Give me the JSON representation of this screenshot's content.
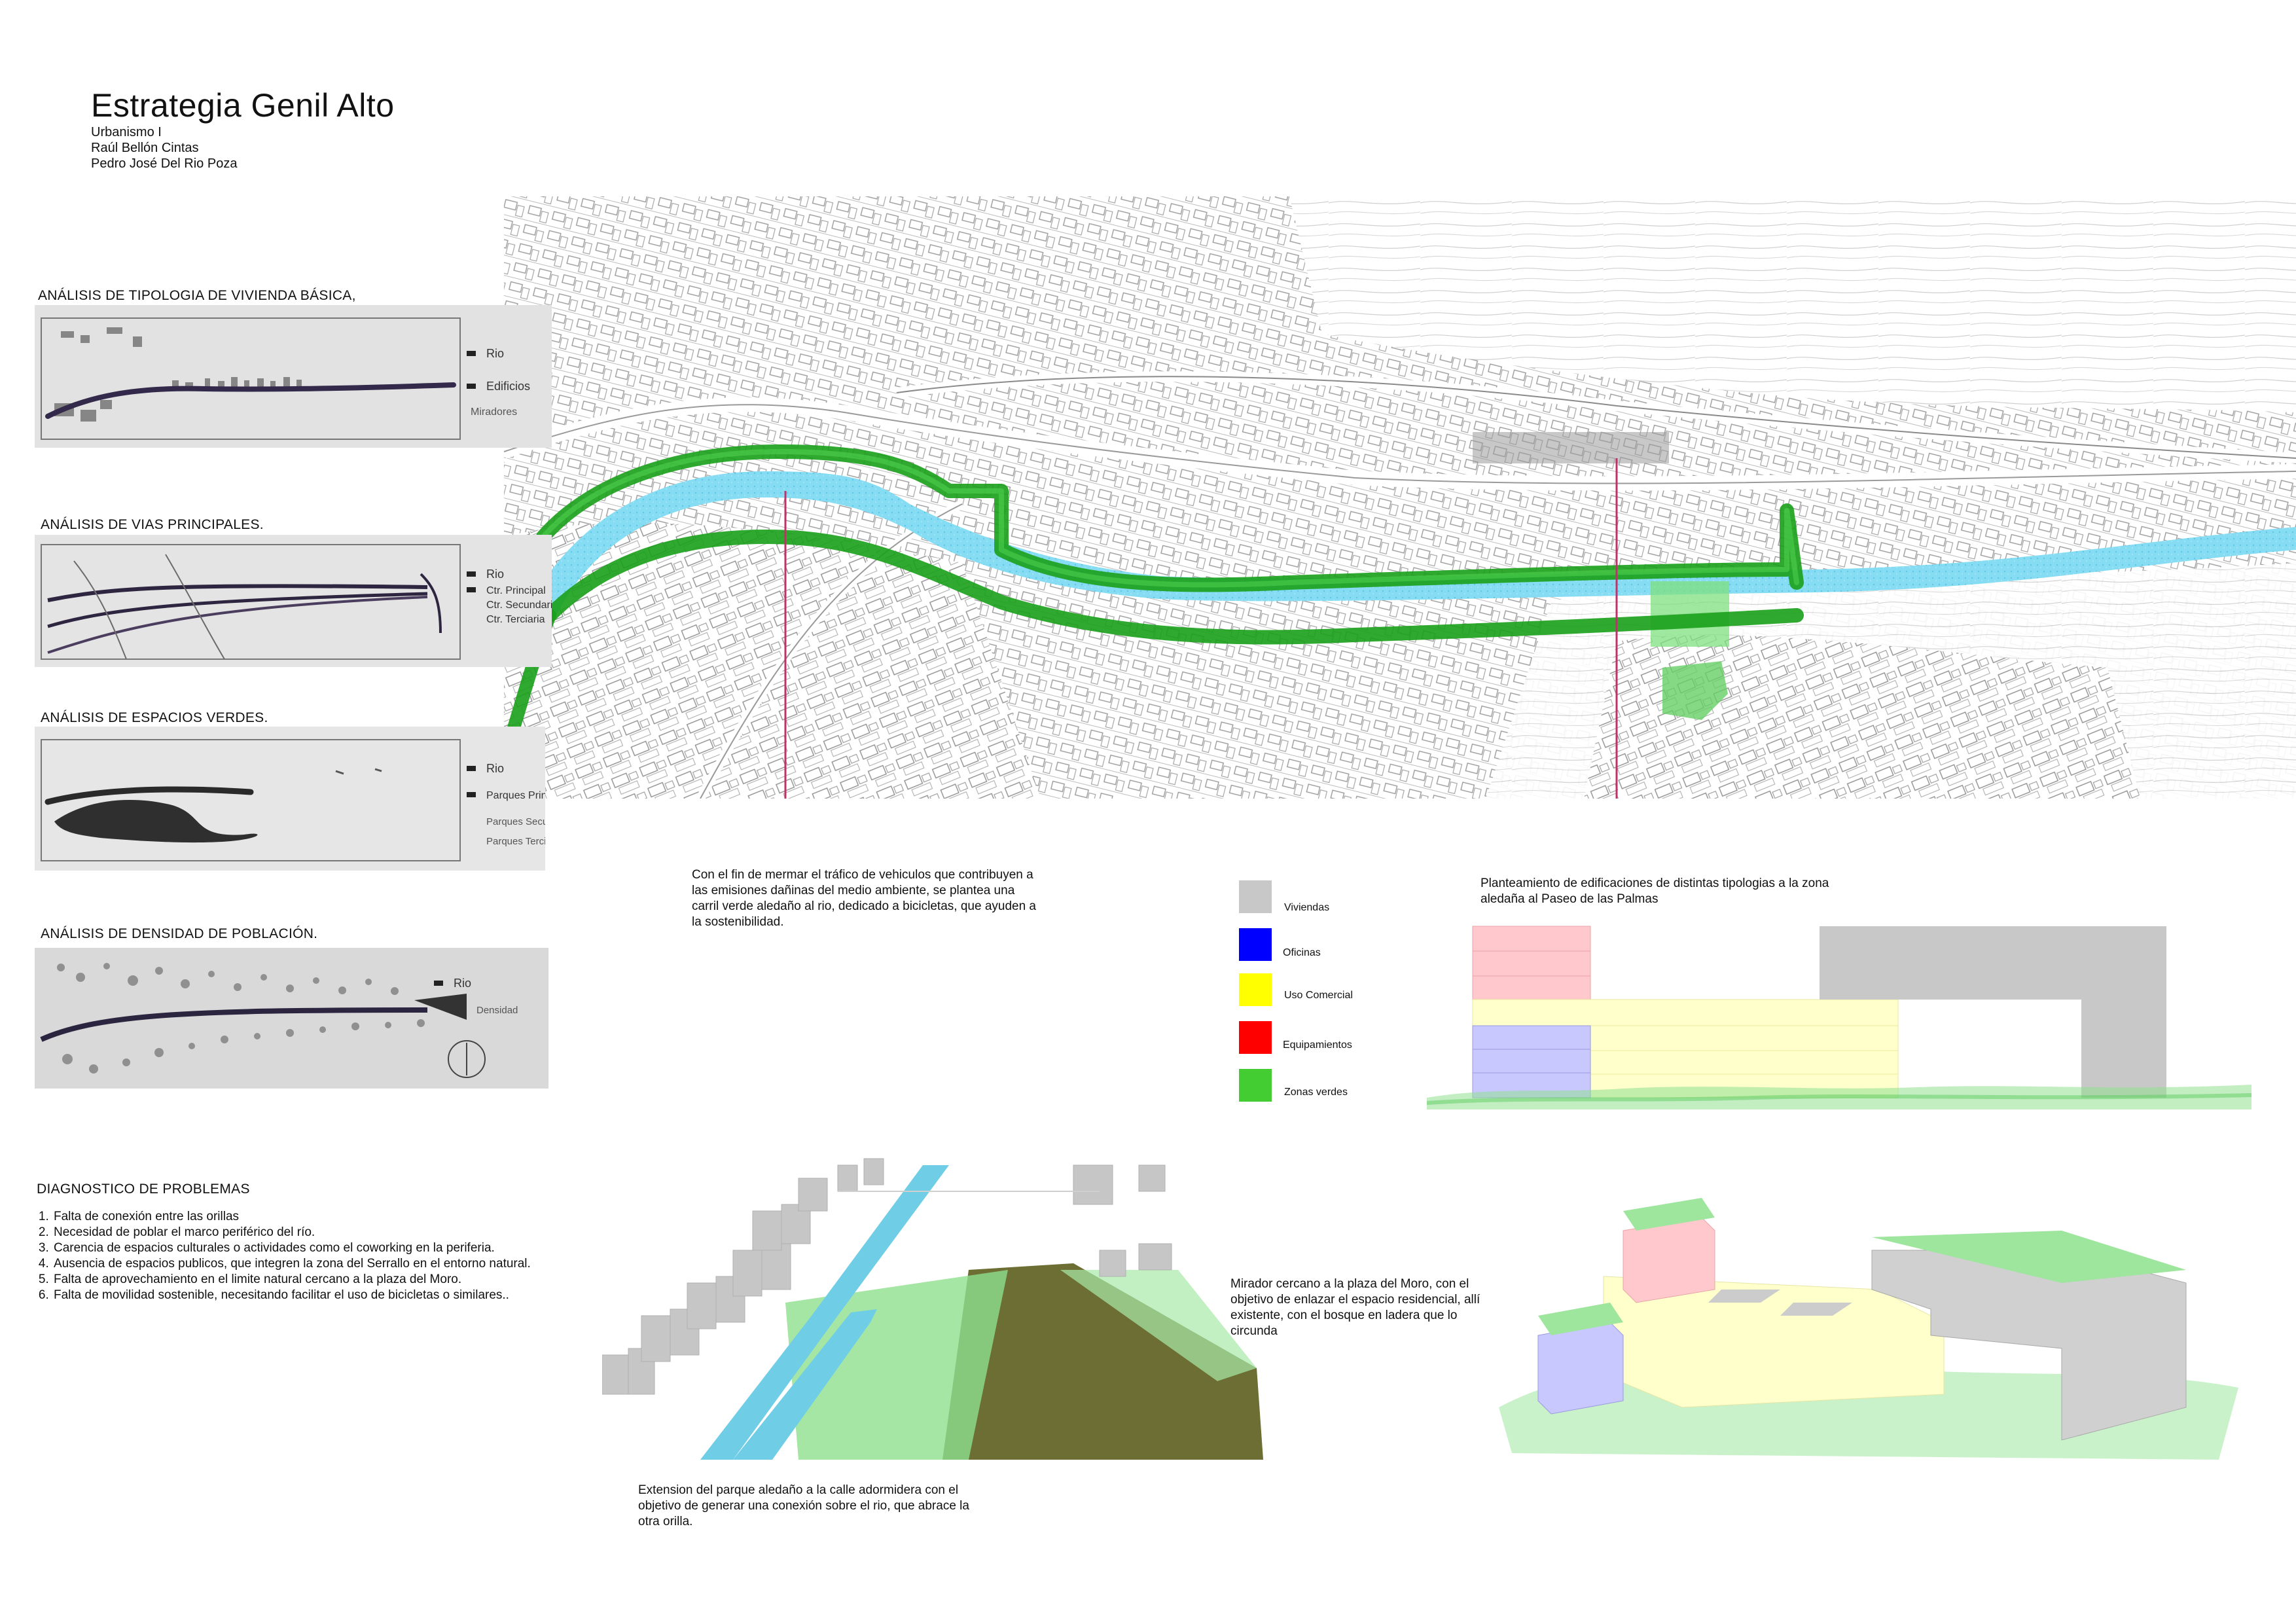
{
  "header": {
    "title": "Estrategia Genil Alto",
    "subtitle_lines": [
      "Urbanismo I",
      "Raúl Bellón Cintas",
      "Pedro José Del Rio Poza"
    ]
  },
  "analysis_panels": [
    {
      "heading": "ANÁLISIS DE TIPOLOGIA DE VIVIENDA BÁSICA,",
      "legend": [
        "Rio",
        "Edificios",
        "Miradores"
      ]
    },
    {
      "heading": "ANÁLISIS DE VIAS PRINCIPALES.",
      "legend": [
        "Rio",
        "Ctr. Principal",
        "Ctr. Secundaria",
        "Ctr. Terciaria"
      ]
    },
    {
      "heading": "ANÁLISIS DE ESPACIOS VERDES.",
      "legend": [
        "Rio",
        "Parques Principales",
        "Parques Secundarios",
        "Parques Terciarios"
      ]
    },
    {
      "heading": "ANÁLISIS DE DENSIDAD DE POBLACIÓN.",
      "legend": [
        "Rio",
        "Densidad"
      ]
    }
  ],
  "captions": {
    "bike_lane": "Con el fin de mermar el tráfico de vehiculos que contribuyen a las emisiones dañinas del medio ambiente, se plantea una carril verde aledaño al rio, dedicado a bicicletas, que ayuden a la sostenibilidad.",
    "typologies": "Planteamiento de edificaciones de distintas tipologias a la zona aledaña al Paseo de las Palmas",
    "mirador": "Mirador cercano a la plaza del Moro, con el objetivo de enlazar el espacio residencial, allí existente, con el bosque en ladera que lo circunda",
    "park_extension": "Extension del parque aledaño a la calle adormidera con el objetivo de generar una conexión sobre el rio, que abrace la otra orilla."
  },
  "legend": [
    {
      "label": "Viviendas",
      "color": "#c8c8c8"
    },
    {
      "label": "Oficinas",
      "color": "#0000ff"
    },
    {
      "label": "Uso Comercial",
      "color": "#ffff00"
    },
    {
      "label": "Equipamientos",
      "color": "#ff0000"
    },
    {
      "label": "Zonas verdes",
      "color": "#44cc33"
    }
  ],
  "diagnosis": {
    "heading": "DIAGNOSTICO DE PROBLEMAS",
    "items": [
      "Falta de conexión entre las orillas",
      "Necesidad de poblar el marco periférico del río.",
      "Carencia de espacios culturales o actividades como el coworking en la periferia.",
      "Ausencia de espacios publicos, que integren la zona del Serrallo en el entorno natural.",
      "Falta de aprovechamiento en el limite natural cercano a la plaza del Moro.",
      "Falta de movilidad sostenible, necesitando facilitar el uso de bicicletas o similares.."
    ]
  },
  "colors": {
    "river": "#7fdcf0",
    "green_lane": "#1aa01a",
    "pointer_line": "#c0306a"
  }
}
